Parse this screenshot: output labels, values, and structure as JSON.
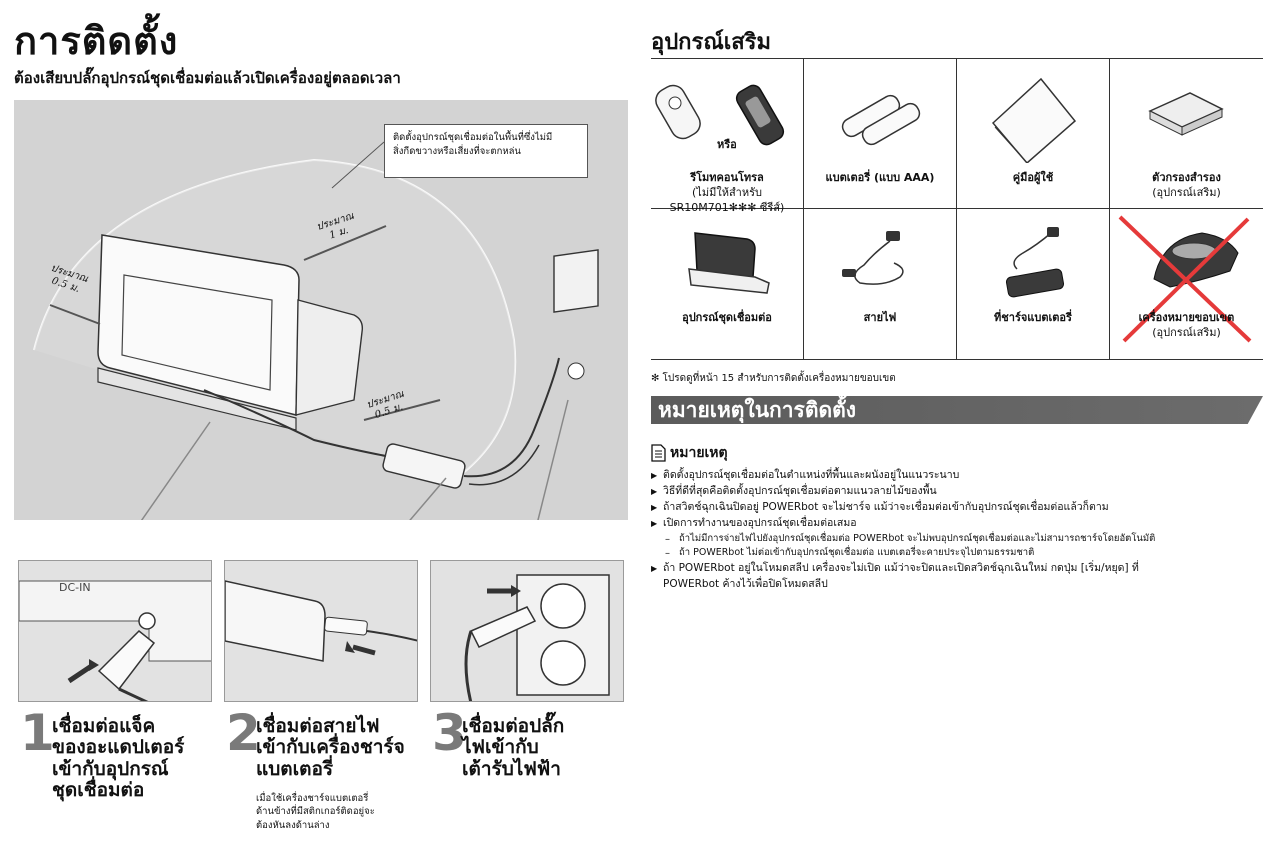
{
  "title": "การติดตั้ง",
  "subtitle": "ต้องเสียบปลั๊กอุปกรณ์ชุดเชื่อมต่อแล้วเปิดเครื่องอยู่ตลอดเวลา",
  "figure": {
    "callout_line1": "ติดตั้งอุปกรณ์ชุดเชื่อมต่อในพื้นที่ซึ่งไม่มี",
    "callout_line2": "สิ่งกีดขวางหรือเสี่ยงที่จะตกหล่น",
    "dist_1m_a": "ประมาณ",
    "dist_1m_b": "1 ม.",
    "dist_left_a": "ประมาณ",
    "dist_left_b": "0.5 ม.",
    "dist_right_a": "ประมาณ",
    "dist_right_b": "0.5 ม."
  },
  "steps": [
    {
      "num": "1",
      "line1": "เชื่อมต่อแจ็ค",
      "line2": "ของอะแดปเตอร์",
      "line3": "เข้ากับอุปกรณ์",
      "line4": "ชุดเชื่อมต่อ",
      "dcin": "DC-IN"
    },
    {
      "num": "2",
      "line1": "เชื่อมต่อสายไฟ",
      "line2": "เข้ากับเครื่องชาร์จ",
      "line3": "แบตเตอรี่",
      "note1": "เมื่อใช้เครื่องชาร์จแบตเตอรี่",
      "note2": "ด้านข้างที่มีสติกเกอร์ติดอยู่จะ",
      "note3": "ต้องหันลงด้านล่าง"
    },
    {
      "num": "3",
      "line1": "เชื่อมต่อปลั๊ก",
      "line2": "ไฟเข้ากับ",
      "line3": "เต้ารับไฟฟ้า"
    }
  ],
  "accessories": {
    "title": "อุปกรณ์เสริม",
    "or": "หรือ",
    "items": [
      {
        "name": "รีโมทคอนโทรล",
        "sub1": "(ไม่มีให้สำหรับ",
        "sub2": "SR10M701✻✻✻ ซีรีส์)",
        "icon": "remote-control-icon"
      },
      {
        "name": "แบตเตอรี่ (แบบ AAA)",
        "icon": "battery-icon"
      },
      {
        "name": "คู่มือผู้ใช้",
        "icon": "manual-icon"
      },
      {
        "name": "ตัวกรองสำรอง",
        "sub1": "(อุปกรณ์เสริม)",
        "icon": "filter-icon"
      },
      {
        "name": "อุปกรณ์ชุดเชื่อมต่อ",
        "icon": "docking-station-icon"
      },
      {
        "name": "สายไฟ",
        "icon": "power-cord-icon"
      },
      {
        "name": "ที่ชาร์จแบตเตอรี่",
        "icon": "charger-icon"
      },
      {
        "name": "เครื่องหมายขอบเขต",
        "sub1": "(อุปกรณ์เสริม)",
        "icon": "virtual-guard-icon"
      }
    ]
  },
  "footnote": "✻ โปรดดูที่หน้า 15 สำหรับการติดตั้งเครื่องหมายขอบเขต",
  "notes": {
    "heading": "หมายเหตุในการติดตั้ง",
    "label": "หมายเหตุ",
    "items": [
      "ติดตั้งอุปกรณ์ชุดเชื่อมต่อในตำแหน่งที่พื้นและผนังอยู่ในแนวระนาบ",
      "วิธีที่ดีที่สุดคือติดตั้งอุปกรณ์ชุดเชื่อมต่อตามแนวลายไม้ของพื้น",
      "ถ้าสวิตช์ฉุกเฉินปิดอยู่ POWERbot จะไม่ชาร์จ แม้ว่าจะเชื่อมต่อเข้ากับอุปกรณ์ชุดเชื่อมต่อแล้วก็ตาม",
      "เปิดการทำงานของอุปกรณ์ชุดเชื่อมต่อเสมอ",
      "ถ้าไม่มีการจ่ายไฟไปยังอุปกรณ์ชุดเชื่อมต่อ POWERbot จะไม่พบอุปกรณ์ชุดเชื่อมต่อและไม่สามารถชาร์จโดยอัตโนมัติ",
      "ถ้า POWERbot ไม่ต่อเข้ากับอุปกรณ์ชุดเชื่อมต่อ แบตเตอรี่จะคายประจุไปตามธรรมชาติ",
      "ถ้า POWERbot อยู่ในโหมดสลีป เครื่องจะไม่เปิด แม้ว่าจะปิดและเปิดสวิตช์ฉุกเฉินใหม่ กดปุ่ม [เริ่ม/หยุด] ที่",
      "POWERbot ค้างไว้เพื่อปิดโหมดสลีป"
    ]
  },
  "colors": {
    "band": "#5b5b5b",
    "cross": "#e53a3a",
    "figure_bg": "#d3d3d3",
    "step_num": "#7a7a7a"
  }
}
